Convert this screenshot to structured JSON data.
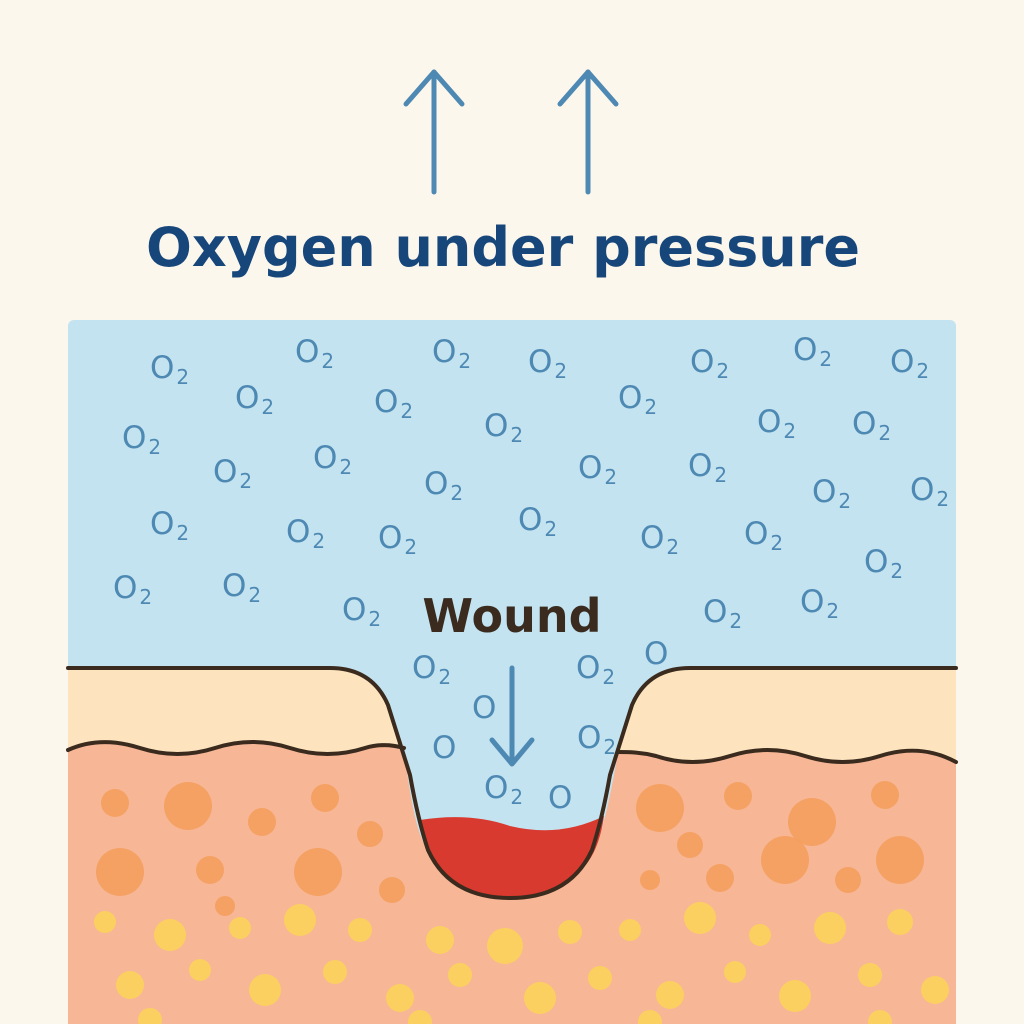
{
  "title": "Oxygen under pressure",
  "wound_label": "Wound",
  "molecule": {
    "symbol": "O",
    "subscript": "2"
  },
  "colors": {
    "background": "#fcf7ec",
    "chamber": "#c3e3f0",
    "title": "#17467b",
    "arrow": "#4e89b3",
    "molecule": "#4e89b3",
    "epidermis": "#fde4bf",
    "dermis": "#f7b695",
    "outline": "#3a2b1e",
    "wound_bed": "#d93a2f",
    "cell_orange": "#f59e5b",
    "cell_yellow": "#fbd35a",
    "wound_text": "#3a2b1e"
  },
  "icons": [
    "up-arrow-icon",
    "down-arrow-icon"
  ]
}
